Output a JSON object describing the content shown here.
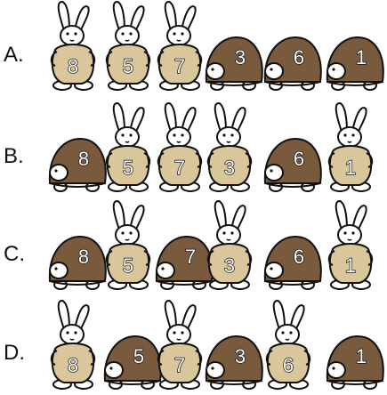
{
  "rows": [
    {
      "label": "A.",
      "items": [
        {
          "animal": "rabbit",
          "number": "8"
        },
        {
          "animal": "rabbit",
          "number": "5"
        },
        {
          "animal": "rabbit",
          "number": "7"
        },
        {
          "animal": "turtle",
          "number": "3"
        },
        {
          "animal": "turtle",
          "number": "6"
        },
        {
          "animal": "turtle",
          "number": "1"
        }
      ]
    },
    {
      "label": "B.",
      "items": [
        {
          "animal": "turtle",
          "number": "8"
        },
        {
          "animal": "rabbit",
          "number": "5"
        },
        {
          "animal": "rabbit",
          "number": "7"
        },
        {
          "animal": "rabbit",
          "number": "3"
        },
        {
          "animal": "turtle",
          "number": "6"
        },
        {
          "animal": "rabbit",
          "number": "1"
        }
      ]
    },
    {
      "label": "C.",
      "items": [
        {
          "animal": "turtle",
          "number": "8"
        },
        {
          "animal": "rabbit",
          "number": "5"
        },
        {
          "animal": "turtle",
          "number": "7"
        },
        {
          "animal": "rabbit",
          "number": "3"
        },
        {
          "animal": "turtle",
          "number": "6"
        },
        {
          "animal": "rabbit",
          "number": "1"
        }
      ]
    },
    {
      "label": "D.",
      "items": [
        {
          "animal": "rabbit",
          "number": "8"
        },
        {
          "animal": "turtle",
          "number": "5"
        },
        {
          "animal": "rabbit",
          "number": "7"
        },
        {
          "animal": "turtle",
          "number": "3"
        },
        {
          "animal": "rabbit",
          "number": "6"
        },
        {
          "animal": "turtle",
          "number": "1"
        }
      ]
    }
  ],
  "colors": {
    "rabbit_body": "#d9c69a",
    "turtle_shell": "#7a5a3c",
    "outline": "#111111"
  }
}
